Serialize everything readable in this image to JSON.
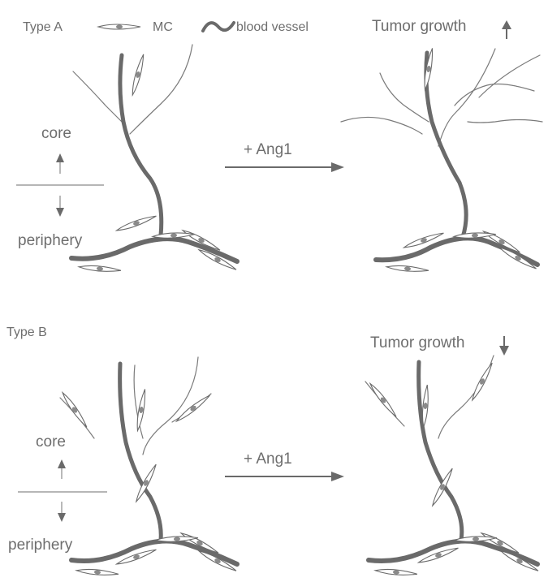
{
  "legend": {
    "type_a_label": "Type A",
    "mc_label": "MC",
    "vessel_label": "blood vessel"
  },
  "panel_a": {
    "title": "Type A",
    "core_label": "core",
    "periphery_label": "periphery",
    "treatment_label": "+ Ang1",
    "outcome_label": "Tumor growth",
    "outcome_direction": "up"
  },
  "panel_b": {
    "title": "Type B",
    "core_label": "core",
    "periphery_label": "periphery",
    "treatment_label": "+ Ang1",
    "outcome_label": "Tumor growth",
    "outcome_direction": "down"
  },
  "colors": {
    "ink": "#6a6a6a",
    "text": "#6e6e6e",
    "background": "#ffffff"
  }
}
